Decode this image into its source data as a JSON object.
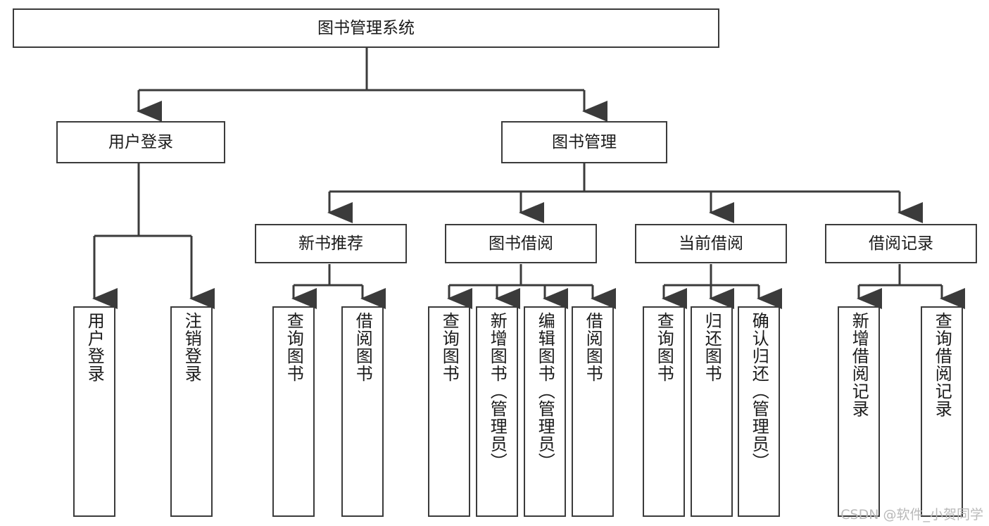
{
  "diagram": {
    "type": "tree-hierarchy-chart",
    "root": {
      "label": "图书管理系统"
    },
    "level2": [
      {
        "label": "用户登录"
      },
      {
        "label": "图书管理"
      }
    ],
    "level3": [
      {
        "label": "新书推荐"
      },
      {
        "label": "图书借阅"
      },
      {
        "label": "当前借阅"
      },
      {
        "label": "借阅记录"
      }
    ],
    "leaves": {
      "user_login": [
        {
          "label": "用户登录"
        },
        {
          "label": "注销登录"
        }
      ],
      "new_book_recommend": [
        {
          "label": "查询图书"
        },
        {
          "label": "借阅图书"
        }
      ],
      "book_borrow": [
        {
          "label": "查询图书"
        },
        {
          "label": "新增图书（管理员）"
        },
        {
          "label": "编辑图书（管理员）"
        },
        {
          "label": "借阅图书"
        }
      ],
      "current_borrow": [
        {
          "label": "查询图书"
        },
        {
          "label": "归还图书"
        },
        {
          "label": "确认归还（管理员）"
        }
      ],
      "borrow_record": [
        {
          "label": "新增借阅记录"
        },
        {
          "label": "查询借阅记录"
        }
      ]
    }
  },
  "watermark": {
    "text": "CSDN @软件_小贺同学"
  },
  "colors": {
    "stroke": "#3b3b3b",
    "background": "#ffffff",
    "text": "#1a1a1a",
    "watermark": "#b9b9b9"
  }
}
